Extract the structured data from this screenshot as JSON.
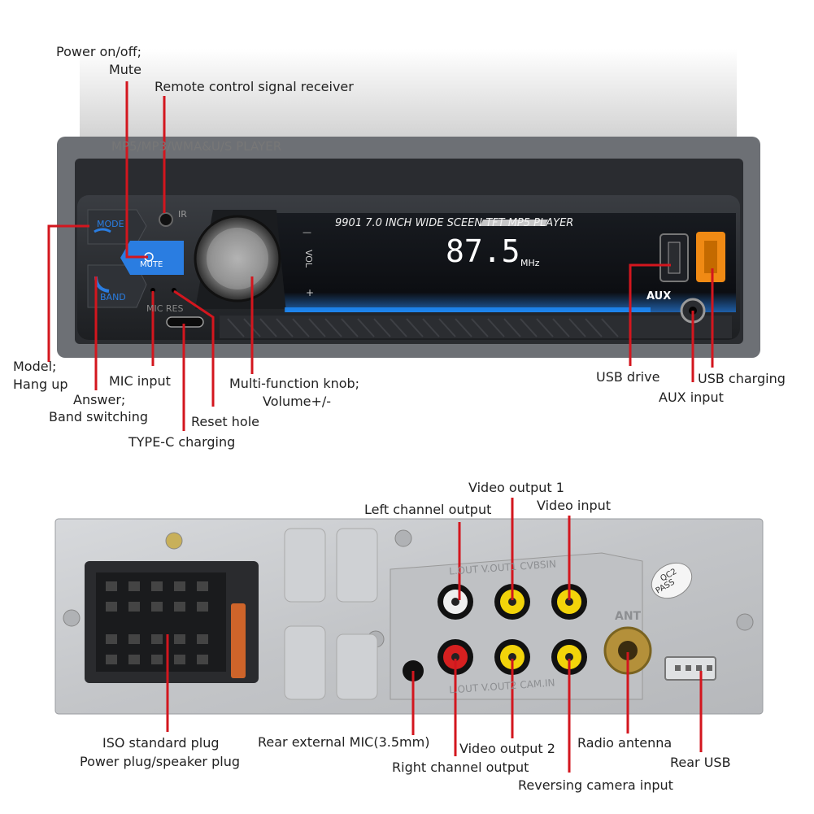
{
  "front": {
    "model_text": "MP5/MP3/WMA&U/S  PLAYER",
    "screen_title": "9901  7.0 INCH WIDE SCEEN TFT MP5 PLAYER",
    "frequency": "87.5",
    "unit": "MHz",
    "btn_mode": "MODE",
    "btn_mute": "MUTE",
    "btn_band": "BAND",
    "ir": "IR",
    "vol": "VOL",
    "vol_minus": "—",
    "vol_plus": "+",
    "mic_res": "MIC RES",
    "aux": "AUX"
  },
  "front_labels": {
    "power": "Power on/off;",
    "mute": "Mute",
    "remote": "Remote control signal receiver",
    "model": "Model;",
    "hangup": "Hang up",
    "answer": "Answer;",
    "band_switch": "Band switching",
    "mic_input": "MIC input",
    "typec": "TYPE-C charging",
    "reset": "Reset hole",
    "knob": "Multi-function knob;",
    "volume": "Volume+/-",
    "usb_drive": "USB drive",
    "aux_input": "AUX input",
    "usb_charging": "USB charging"
  },
  "rear": {
    "row1": "L.OUT  V.OUT1  CVBSIN",
    "row2": "L.OUT  V.OUT2  CAM.IN",
    "ant": "ANT",
    "qc_line1": "QC2",
    "qc_line2": "PASS"
  },
  "rear_labels": {
    "video_output1": "Video output 1",
    "left_channel": "Left channel output",
    "video_input": "Video input",
    "iso": "ISO standard plug",
    "power_plug": "Power plug/speaker plug",
    "rear_mic": "Rear external MIC(3.5mm)",
    "video_output2": "Video output 2",
    "right_channel": "Right channel output",
    "radio_antenna": "Radio antenna",
    "rear_usb": "Rear USB",
    "reversing_camera": "Reversing camera input"
  },
  "colors": {
    "callout_line": "#d3161e",
    "rca_yellow": "#f2d40a",
    "rca_red": "#d62020",
    "rca_white": "#eeeeee",
    "mute_blue": "#2a7de1",
    "display_blue": "#1e8fff",
    "usb_orange": "#f08a14"
  }
}
